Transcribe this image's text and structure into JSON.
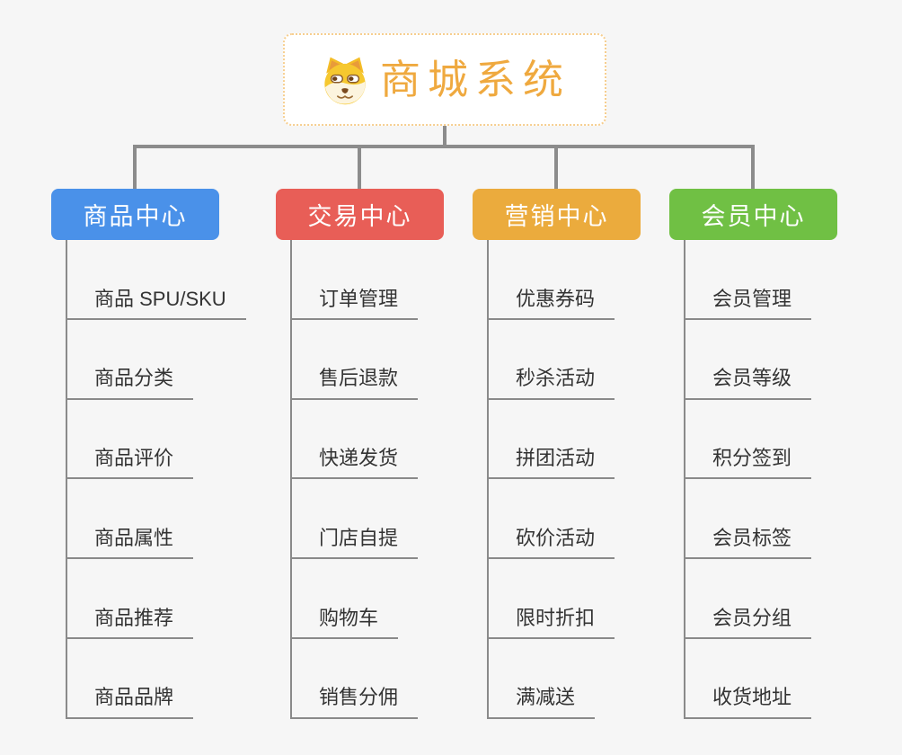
{
  "root": {
    "title": "商城系统",
    "logo_icon": "dog-face-logo",
    "title_color": "#EFA93F"
  },
  "branches": [
    {
      "label": "商品中心",
      "color": "#4A91E9",
      "items": [
        "商品 SPU/SKU",
        "商品分类",
        "商品评价",
        "商品属性",
        "商品推荐",
        "商品品牌"
      ]
    },
    {
      "label": "交易中心",
      "color": "#E85E57",
      "items": [
        "订单管理",
        "售后退款",
        "快递发货",
        "门店自提",
        "购物车",
        "销售分佣"
      ]
    },
    {
      "label": "营销中心",
      "color": "#EBAB3D",
      "items": [
        "优惠券码",
        "秒杀活动",
        "拼团活动",
        "砍价活动",
        "限时折扣",
        "满减送"
      ]
    },
    {
      "label": "会员中心",
      "color": "#70C044",
      "items": [
        "会员管理",
        "会员等级",
        "积分签到",
        "会员标签",
        "会员分组",
        "收货地址"
      ]
    }
  ],
  "colors": {
    "background": "#F6F6F6",
    "connector": "#8C8C8C",
    "underline": "#8A8A8A",
    "root_border": "#F6CE8F",
    "item_text": "#333333"
  }
}
